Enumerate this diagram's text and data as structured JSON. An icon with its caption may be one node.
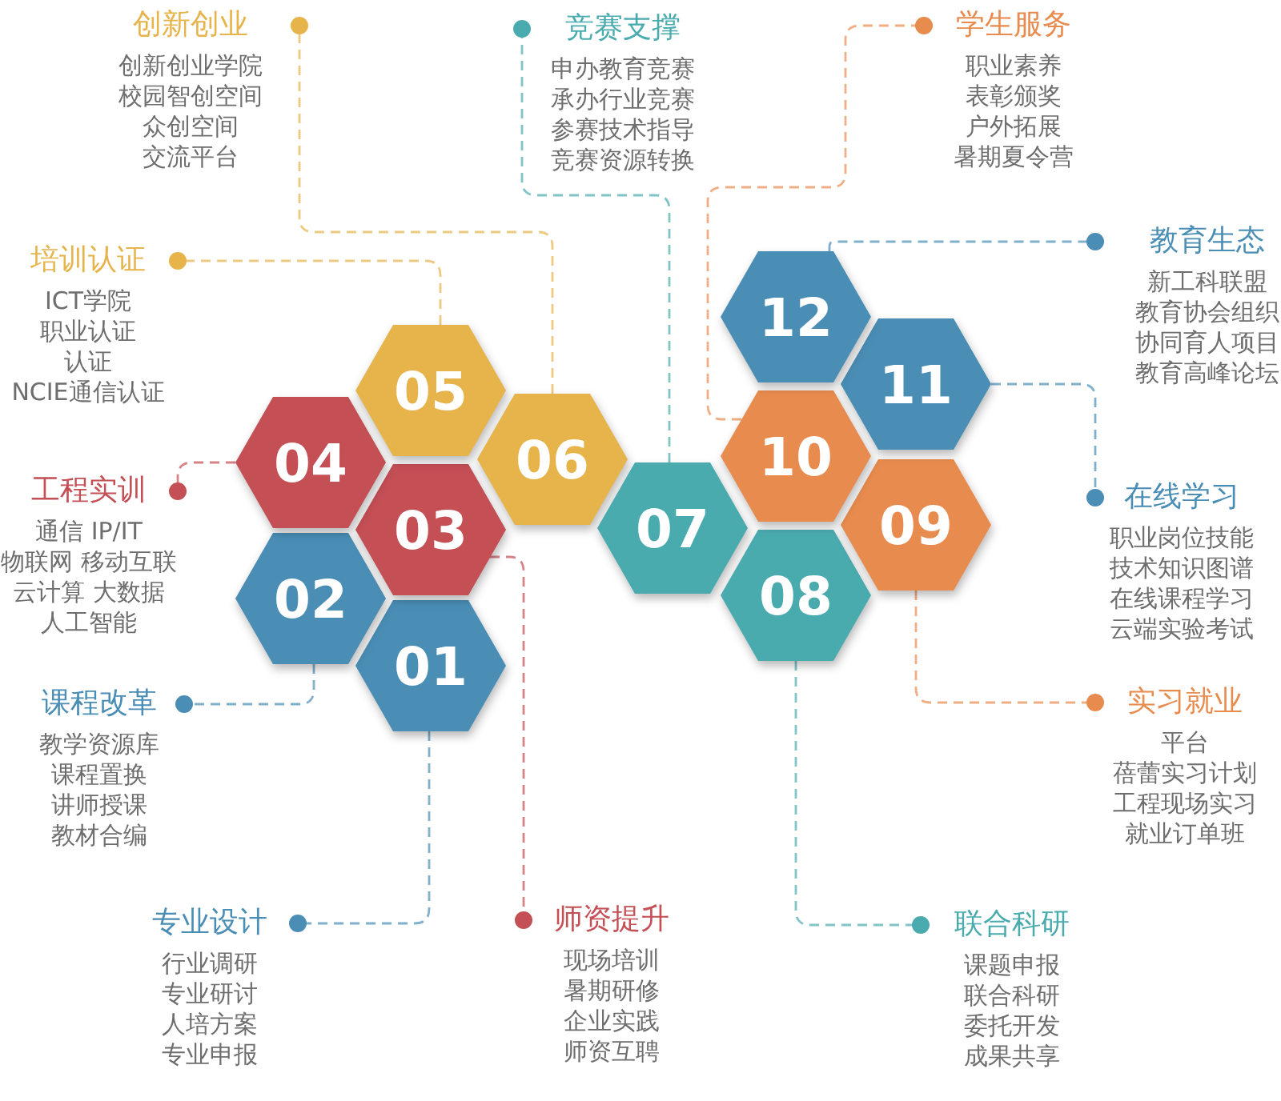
{
  "diagram": {
    "nodes": [
      {
        "text": [
          "01"
        ]
      },
      {
        "text": [
          "02"
        ]
      },
      {
        "text": [
          "03"
        ]
      },
      {
        "text": [
          "04"
        ]
      },
      {
        "text": [
          "05"
        ]
      },
      {
        "text": [
          "06"
        ]
      },
      {
        "text": [
          "07"
        ]
      },
      {
        "text": [
          "08"
        ]
      },
      {
        "text": [
          "09"
        ]
      },
      {
        "text": [
          "10"
        ]
      },
      {
        "text": [
          "11"
        ]
      },
      {
        "text": [
          "12"
        ]
      },
      {
        "text": [
          "创新创业",
          "创新创业学院",
          "校园智创空间",
          "众创空间",
          "交流平台"
        ]
      },
      {
        "text": [
          "竞赛支撑",
          "申办教育竞赛",
          "承办行业竞赛",
          "参赛技术指导",
          "竞赛资源转换"
        ]
      },
      {
        "text": [
          "学生服务",
          "职业素养",
          "表彰颁奖",
          "户外拓展",
          "暑期夏令营"
        ]
      },
      {
        "text": [
          "培训认证",
          "ICT学院",
          "职业认证",
          "认证",
          "NCIE通信认证"
        ]
      },
      {
        "text": [
          "教育生态",
          "新工科联盟",
          "教育协会组织",
          "协同育人项目",
          "教育高峰论坛"
        ]
      },
      {
        "text": [
          "工程实训",
          "通信 IP/IT",
          "物联网 移动互联",
          "云计算 大数据",
          "人工智能"
        ]
      },
      {
        "text": [
          "在线学习",
          "职业岗位技能",
          "技术知识图谱",
          "在线课程学习",
          "云端实验考试"
        ]
      },
      {
        "text": [
          "课程改革",
          "教学资源库",
          "课程置换",
          "讲师授课",
          "教材合编"
        ]
      },
      {
        "text": [
          "实习就业",
          "平台",
          "蓓蕾实习计划",
          "工程现场实习",
          "就业订单班"
        ]
      },
      {
        "text": [
          "专业设计",
          "行业调研",
          "专业研讨",
          "人培方案",
          "专业申报"
        ]
      },
      {
        "text": [
          "师资提升",
          "现场培训",
          "暑期研修",
          "企业实践",
          "师资互聘"
        ]
      },
      {
        "text": [
          "联合科研",
          "课题申报",
          "联合科研",
          "委托开发",
          "成果共享"
        ]
      }
    ],
    "edges": [
      {
        "from": 0,
        "to": 21,
        "arrow": "other",
        "style": "dashed",
        "color": "#4a8eb6"
      },
      {
        "from": 1,
        "to": 19,
        "arrow": "other",
        "style": "dashed",
        "color": "#4a8eb6"
      },
      {
        "from": 2,
        "to": 22,
        "arrow": "other",
        "style": "dashed",
        "color": "#c44f55"
      },
      {
        "from": 3,
        "to": 17,
        "arrow": "other",
        "style": "dashed",
        "color": "#c44f55"
      },
      {
        "from": 4,
        "to": 15,
        "arrow": "other",
        "style": "dashed",
        "color": "#e6b44b"
      },
      {
        "from": 5,
        "to": 12,
        "arrow": "other",
        "style": "dashed",
        "color": "#e6b44b"
      },
      {
        "from": 6,
        "to": 13,
        "arrow": "other",
        "style": "dashed",
        "color": "#4aabae"
      },
      {
        "from": 7,
        "to": 23,
        "arrow": "other",
        "style": "dashed",
        "color": "#4aabae"
      },
      {
        "from": 8,
        "to": 20,
        "arrow": "other",
        "style": "dashed",
        "color": "#e88b4e"
      },
      {
        "from": 9,
        "to": 14,
        "arrow": "other",
        "style": "dashed",
        "color": "#e88b4e"
      },
      {
        "from": 10,
        "to": 18,
        "arrow": "other",
        "style": "dashed",
        "color": "#4a8eb6"
      },
      {
        "from": 11,
        "to": 16,
        "arrow": "other",
        "style": "dashed",
        "color": "#4a8eb6"
      }
    ]
  }
}
